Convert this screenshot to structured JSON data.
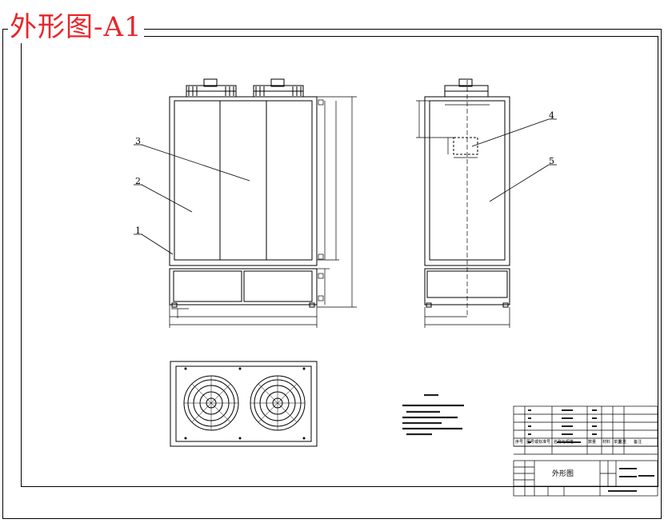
{
  "title": "外形图-A1",
  "balloons": [
    "1",
    "2",
    "3",
    "4",
    "5"
  ],
  "title_block": {
    "drawing_name": "外形图",
    "column_headers": [
      "序号",
      "图号或标准号",
      "名称与规格",
      "数量",
      "材料",
      "单重",
      "总重",
      "备注"
    ]
  },
  "colors": {
    "title": "#e8262a",
    "line": "#000000",
    "background": "#ffffff"
  },
  "icons": [
    "fan-icon",
    "fan-icon"
  ]
}
